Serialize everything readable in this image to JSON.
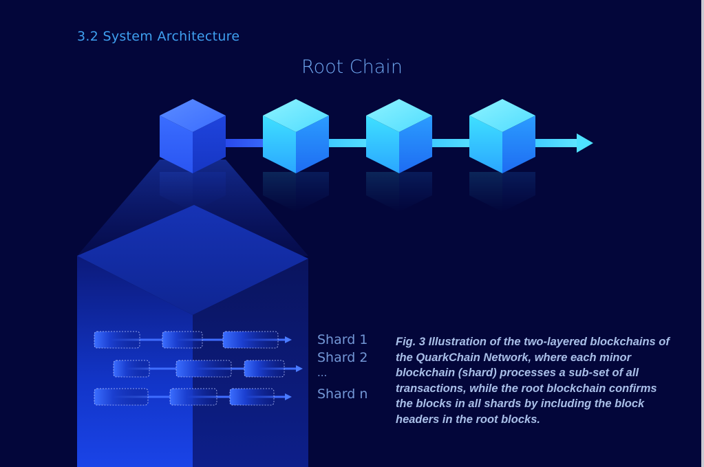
{
  "section_title": "3.2 System Architecture",
  "root_chain_title": "Root Chain",
  "shards": [
    {
      "label": "Shard 1"
    },
    {
      "label": "Shard 2"
    },
    {
      "label": "..."
    },
    {
      "label": "Shard n"
    }
  ],
  "caption": "Fig. 3 Illustration of the two-layered blockchains of the QuarkChain Network, where each minor blockchain (shard) processes a sub-set of all transactions, while the root blockchain confirms the blocks in all shards by including the block headers in the root blocks.",
  "colors": {
    "background": "#03063a",
    "section_title": "#3fa0f0",
    "root_title": "#6fa6ee",
    "caption": "#a9bfe8",
    "first_block": "#2f63ff",
    "other_blocks": "#35d8ff"
  }
}
